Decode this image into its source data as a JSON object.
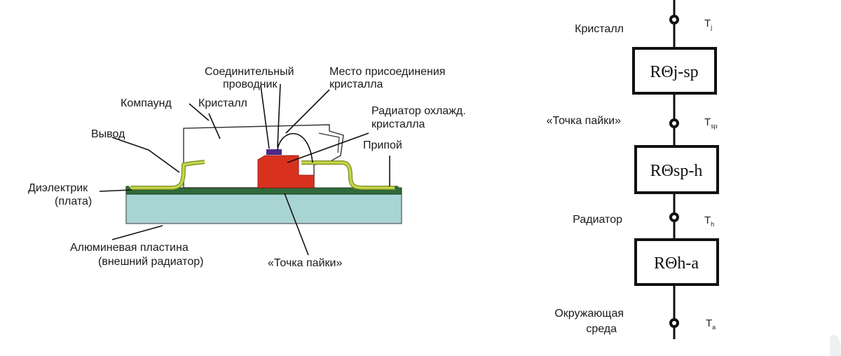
{
  "package_diagram": {
    "labels": {
      "connector_wire_1": "Соединительный",
      "connector_wire_2": "проводник",
      "die_attach_1": "Место присоединения",
      "die_attach_2": "кристалла",
      "compound": "Компаунд",
      "crystal": "Кристалл",
      "die_heatsink_1": "Радиатор охлажд.",
      "die_heatsink_2": "кристалла",
      "lead": "Вывод",
      "solder": "Припой",
      "dielectric_1": "Диэлектрик",
      "dielectric_2": "(плата)",
      "aluminum_1": "Алюминевая пластина",
      "aluminum_2": "(внешний радиатор)",
      "solder_point": "«Точка пайки»"
    },
    "colors": {
      "substrate": "#a9d4d4",
      "board": "#2f6b3a",
      "die_pad": "#d8321f",
      "crystal_chip": "#4b2a8a",
      "lead_wire": "#c5d64a"
    }
  },
  "thermal_chain": {
    "nodes": [
      {
        "label": "Кристалл",
        "temp_main": "T",
        "temp_sub": "j"
      },
      {
        "label": "«Точка пайки»",
        "temp_main": "T",
        "temp_sub": "sp"
      },
      {
        "label": "Радиатор",
        "temp_main": "T",
        "temp_sub": "h"
      },
      {
        "label_1": "Окружающая",
        "label_2": "среда",
        "temp_main": "T",
        "temp_sub": "a"
      }
    ],
    "resistors": [
      {
        "label": "RΘj-sp"
      },
      {
        "label": "RΘsp-h"
      },
      {
        "label": "RΘh-a"
      }
    ]
  }
}
